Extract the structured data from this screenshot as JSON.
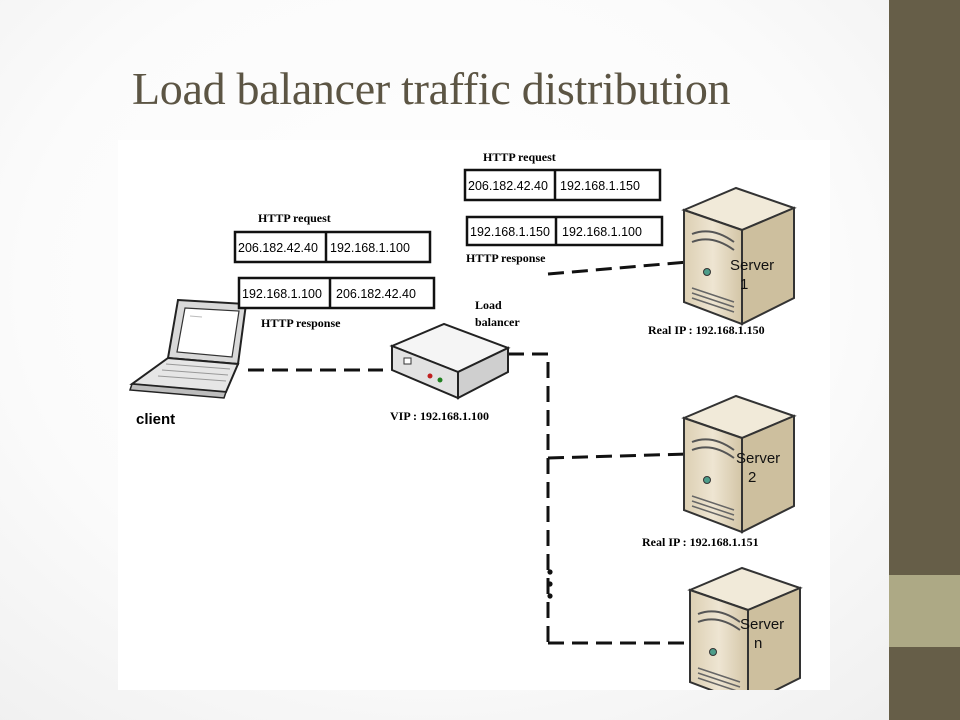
{
  "slide": {
    "title": "Load balancer traffic distribution",
    "colors": {
      "sidebar": "#665e48",
      "accent": "#ada985",
      "title": "#5c5544"
    }
  },
  "client": {
    "label": "client"
  },
  "load_balancer": {
    "label_line1": "Load",
    "label_line2": "balancer",
    "vip": "VIP : 192.168.1.100"
  },
  "client_side": {
    "request": {
      "label": "HTTP request",
      "src": "206.182.42.40",
      "dst": "192.168.1.100"
    },
    "response": {
      "label": "HTTP response",
      "src": "192.168.1.100",
      "dst": "206.182.42.40"
    }
  },
  "server_side": {
    "request": {
      "label": "HTTP request",
      "src": "206.182.42.40",
      "dst": "192.168.1.150"
    },
    "response": {
      "label": "HTTP response",
      "src": "192.168.1.150",
      "dst": "192.168.1.100"
    }
  },
  "servers": [
    {
      "label_line1": "Server",
      "label_line2": "1",
      "real_ip": "Real IP : 192.168.1.150"
    },
    {
      "label_line1": "Server",
      "label_line2": "2",
      "real_ip": "Real IP : 192.168.1.151"
    },
    {
      "label_line1": "Server",
      "label_line2": "n",
      "real_ip": ""
    }
  ]
}
